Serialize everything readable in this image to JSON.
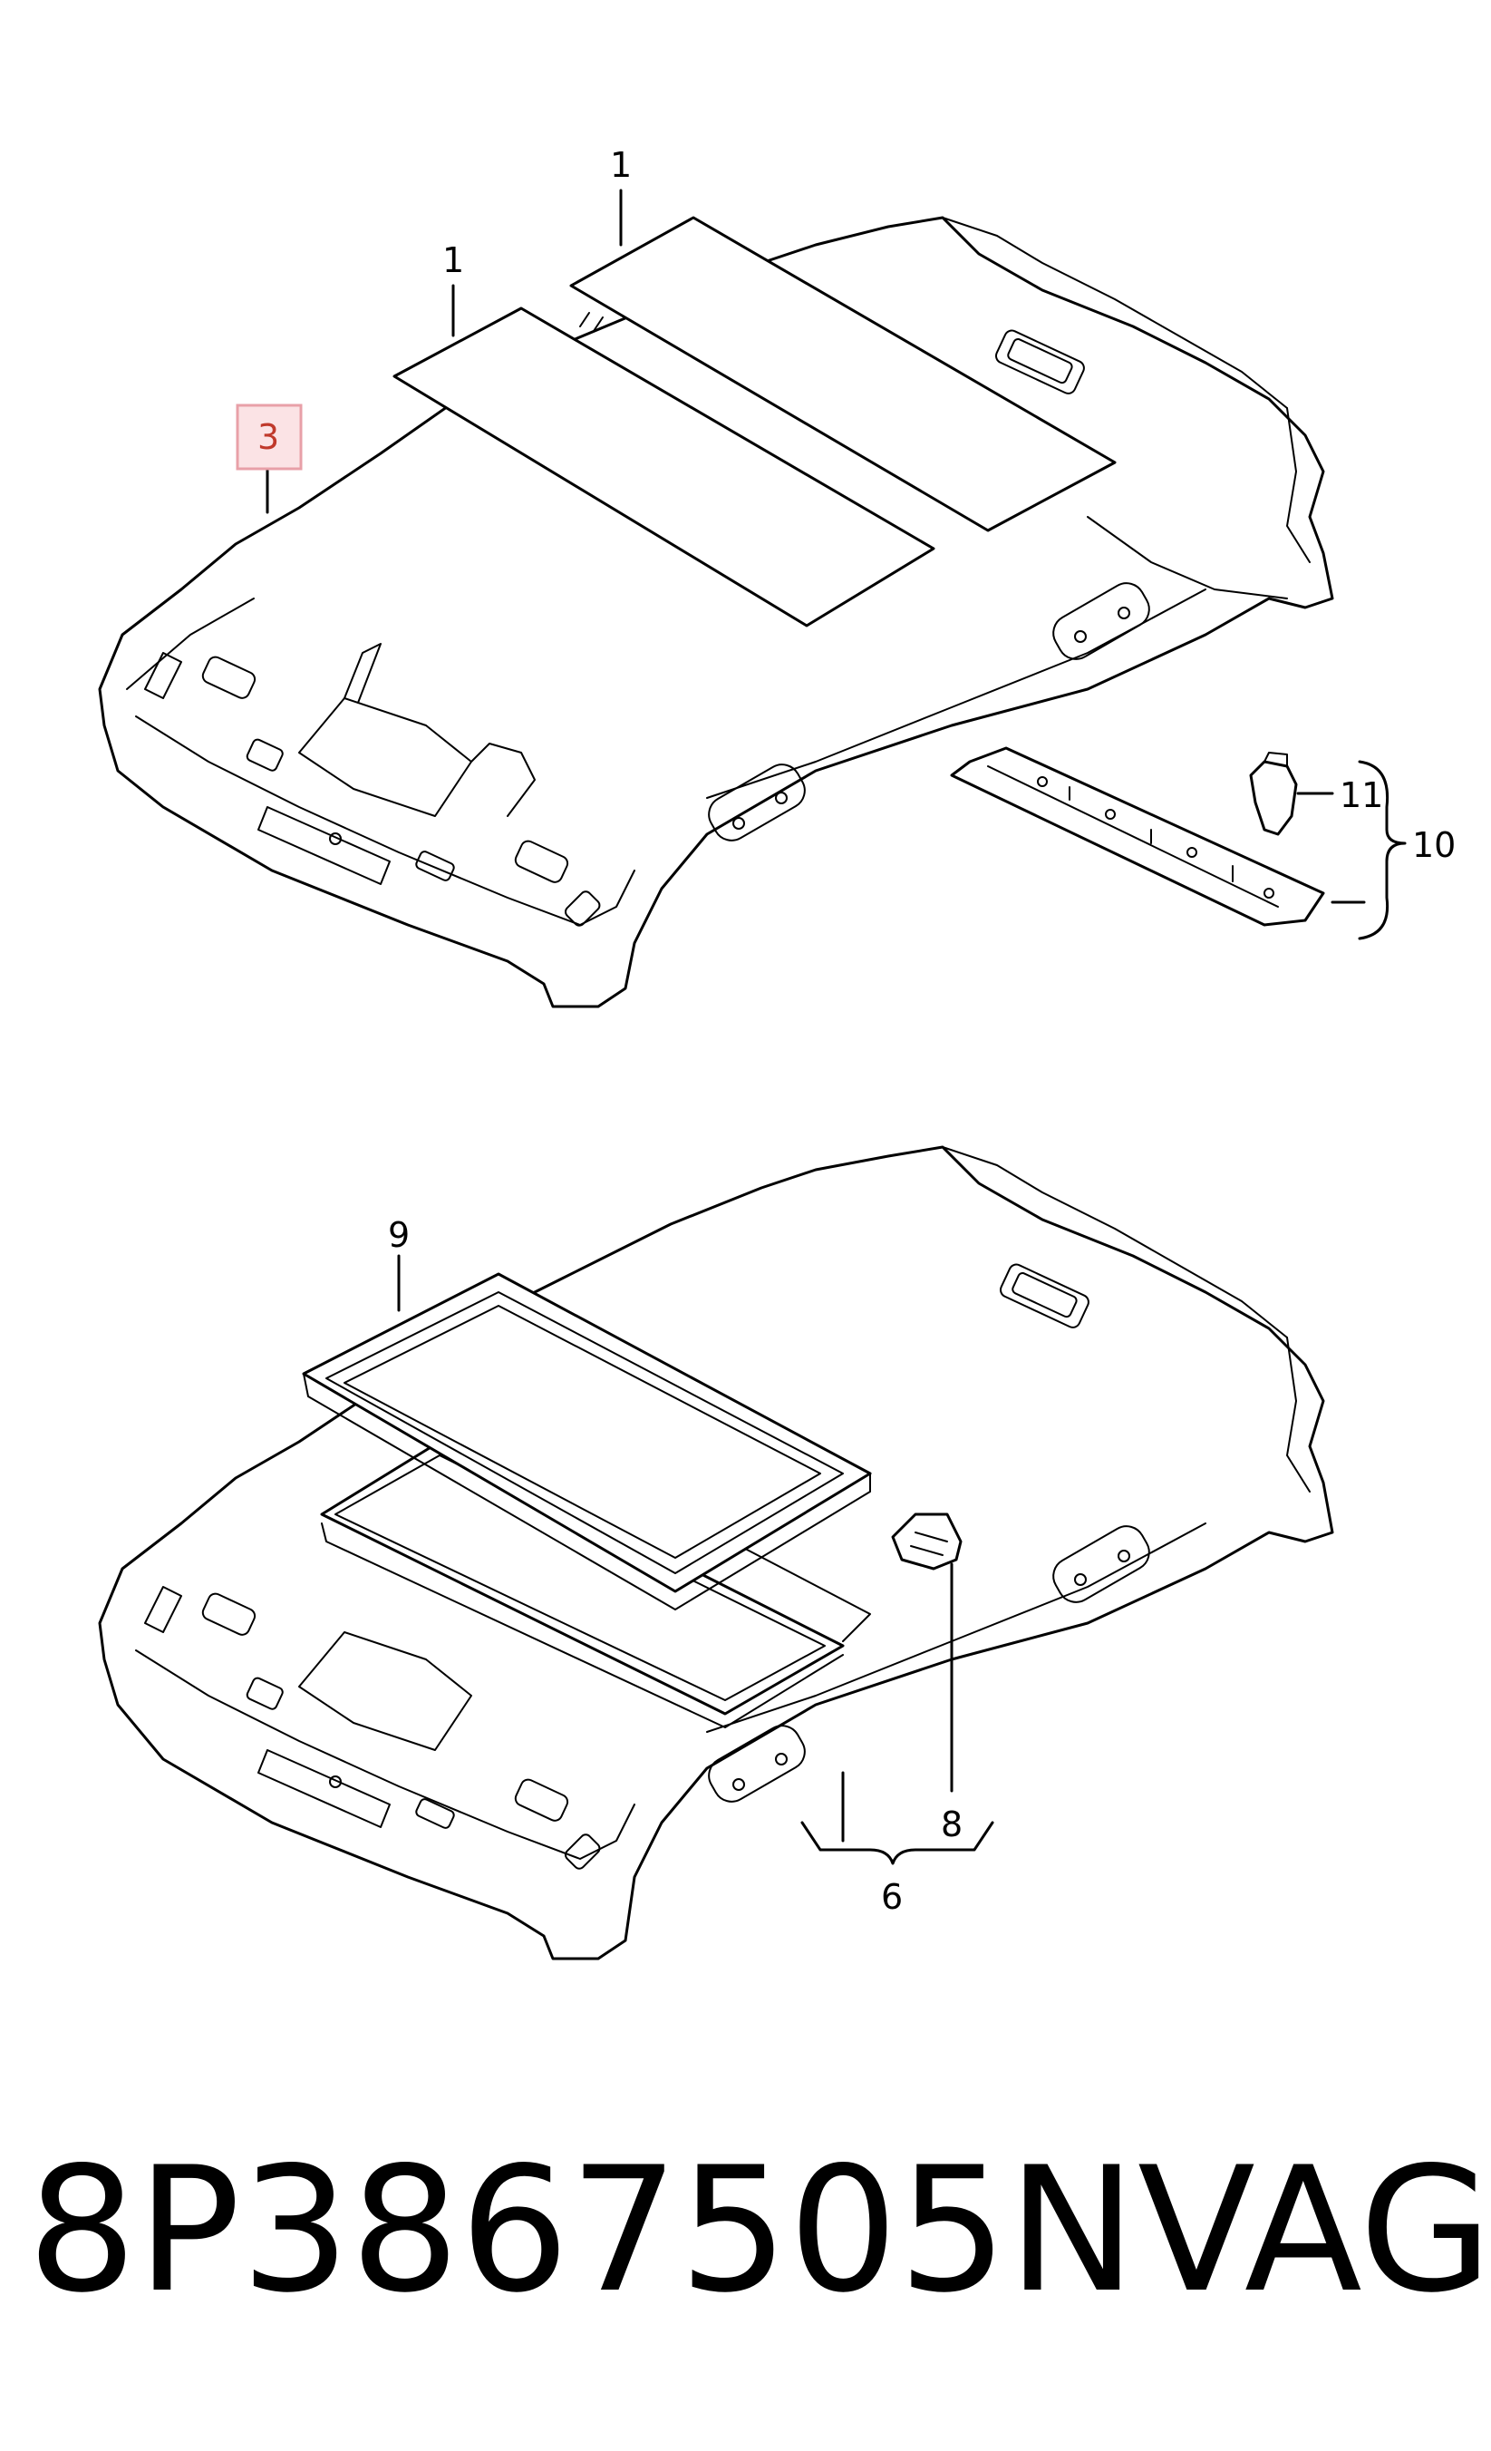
{
  "callouts": {
    "c1a": "1",
    "c1b": "1",
    "c3": "3",
    "c6": "6",
    "c8": "8",
    "c9": "9",
    "c10": "10",
    "c11": "11"
  },
  "footer": {
    "part_number": "8P3867505N",
    "brand": "VAG"
  },
  "colors": {
    "highlight_box": "#e8a0a8",
    "highlight_fill": "#fbe3e5"
  }
}
